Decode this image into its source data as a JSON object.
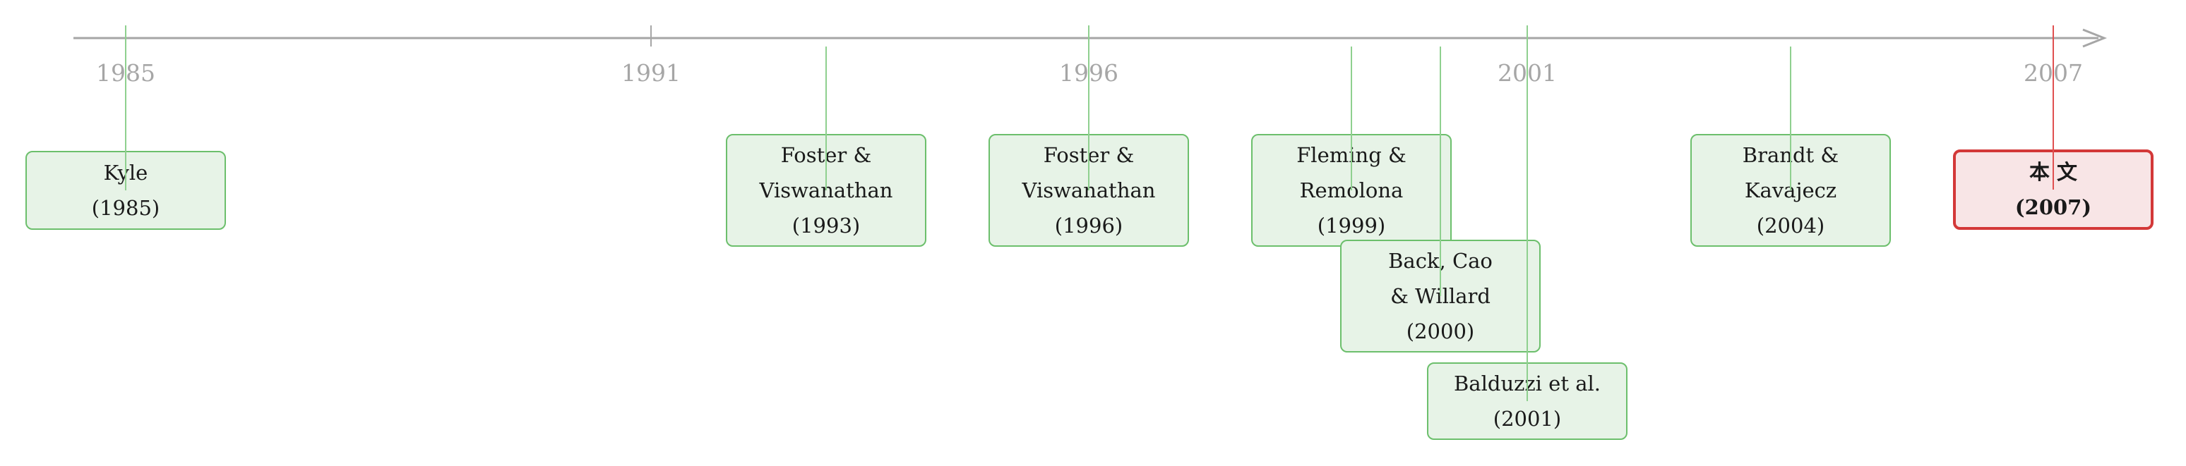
{
  "timeline": {
    "years": [
      "1985",
      "1991",
      "1996",
      "2001",
      "2007"
    ],
    "colors": {
      "axis": "#a6a6a6",
      "box_fill": "#e7f3e7",
      "box_border": "#6cbf6c",
      "connector": "#8fd08f",
      "highlight_fill": "#f8e5e6",
      "highlight_border": "#d33838",
      "highlight_connector": "#e05050"
    },
    "events": [
      {
        "lines": [
          "Kyle",
          "(1985)"
        ]
      },
      {
        "lines": [
          "Foster &",
          "Viswanathan",
          "(1993)"
        ]
      },
      {
        "lines": [
          "Foster &",
          "Viswanathan",
          "(1996)"
        ]
      },
      {
        "lines": [
          "Fleming &",
          "Remolona",
          "(1999)"
        ]
      },
      {
        "lines": [
          "Back, Cao",
          "& Willard",
          "(2000)"
        ]
      },
      {
        "lines": [
          "Balduzzi et al.",
          "(2001)"
        ]
      },
      {
        "lines": [
          "Brandt &",
          "Kavajecz",
          "(2004)"
        ]
      },
      {
        "lines": [
          "本 文",
          "(2007)"
        ],
        "highlight": true
      }
    ]
  }
}
